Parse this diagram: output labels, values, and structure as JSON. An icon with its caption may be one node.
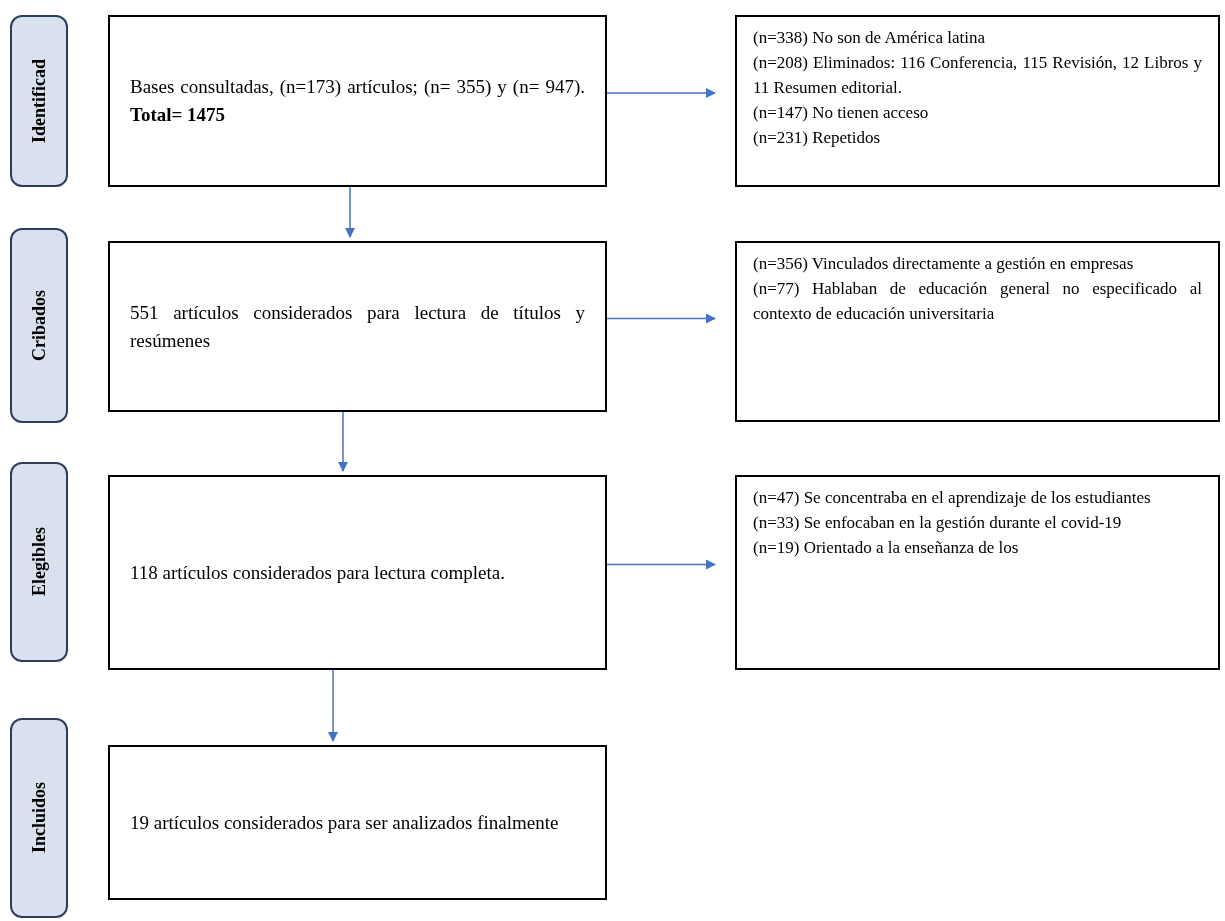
{
  "diagram": {
    "nodes": [
      {
        "text": [
          "Identificad"
        ]
      },
      {
        "text": [
          "Bases consultadas, (n=173) artículos; (n= 355) y (n= 947). **Total= 1475**"
        ]
      },
      {
        "text": [
          "(n=338) No son de América latina",
          "(n=208) Eliminados: 116 Conferencia, 115 Revisión, 12 Libros y 11 Resumen editorial.",
          "(n=147) No tienen acceso",
          "(n=231) Repetidos"
        ]
      },
      {
        "text": [
          "Cribados"
        ]
      },
      {
        "text": [
          "551 artículos considerados para lectura de títulos y resúmenes"
        ]
      },
      {
        "text": [
          "(n=356) Vinculados directamente a gestión en empresas",
          "(n=77) Hablaban de educación general no especificado al contexto de educación universitaria"
        ]
      },
      {
        "text": [
          "Elegibles"
        ]
      },
      {
        "text": [
          "118 artículos considerados para lectura completa."
        ]
      },
      {
        "text": [
          "(n=47) Se concentraba en el aprendizaje de los estudiantes",
          "(n=33) Se enfocaban en la gestión durante el covid-19",
          "(n=19) Orientado a la enseñanza de los"
        ]
      },
      {
        "text": [
          "Incluidos"
        ]
      },
      {
        "text": [
          "19 artículos considerados para ser analizados finalmente"
        ]
      }
    ],
    "edges": [
      {
        "from": 1,
        "to": 2,
        "arrow": "to"
      },
      {
        "from": 1,
        "to": 4,
        "arrow": "to"
      },
      {
        "from": 4,
        "to": 5,
        "arrow": "to"
      },
      {
        "from": 4,
        "to": 7,
        "arrow": "to"
      },
      {
        "from": 7,
        "to": 8,
        "arrow": "to"
      },
      {
        "from": 7,
        "to": 10,
        "arrow": "to"
      }
    ]
  }
}
